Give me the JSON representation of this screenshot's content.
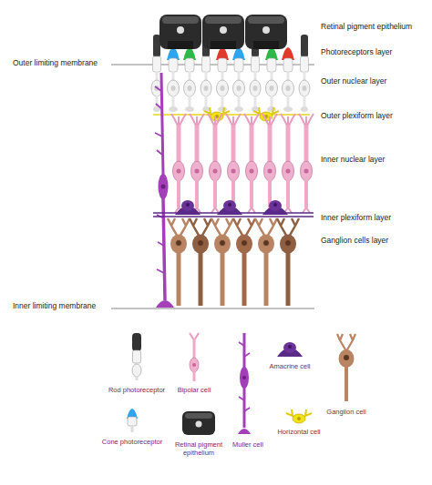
{
  "diagram": {
    "labels": [
      "Retinal pigment epithelium",
      "Photoreceptors layer",
      "Outer limiting membrane",
      "Outer nuclear layer",
      "Outer plexiform layer",
      "Inner nuclear layer",
      "Inner plexiform layer",
      "Ganglion cells layer",
      "Inner limiting membrane"
    ],
    "legend": [
      {
        "text": "Rod photoreceptor"
      },
      {
        "text": "Bipolar cell"
      },
      {
        "text": "Muller cell"
      },
      {
        "text": "Amacrine cell"
      },
      {
        "text": "Ganglion cell"
      },
      {
        "text": "Cone photoreceptor"
      },
      {
        "text": "Retinal pigment epithelium"
      },
      {
        "text": "Horizontal cell"
      }
    ]
  }
}
